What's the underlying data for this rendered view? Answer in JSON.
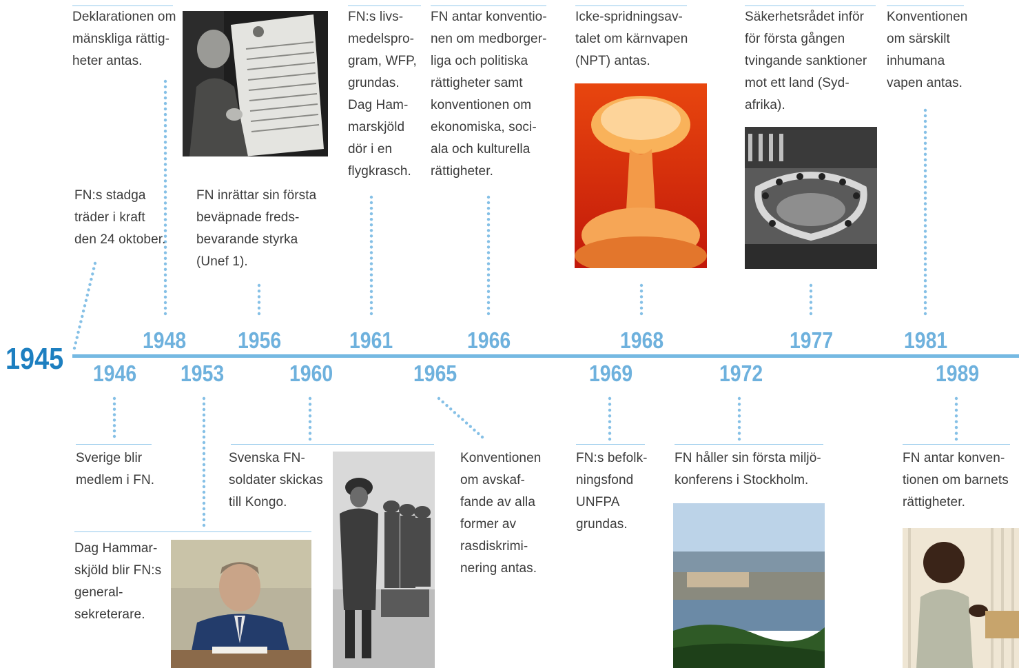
{
  "start_year": "1945",
  "colors": {
    "axis": "#75b9e2",
    "year_label": "#6eb1dd",
    "start_year": "#1d7fc0",
    "dots": "#85c0e6",
    "text": "#3b3b3b"
  },
  "years_above": [
    "1948",
    "1956",
    "1961",
    "1966",
    "1968",
    "1977",
    "1981"
  ],
  "years_below": [
    "1946",
    "1953",
    "1960",
    "1965",
    "1969",
    "1972",
    "1989"
  ],
  "events": {
    "e1946": "Sverige blir\nmedlem i FN.",
    "e1945": "FN:s stadga\nträder i kraft\nden 24 oktober.",
    "e1948": "Deklarationen om\nmänskliga rättig-\nheter antas.",
    "e1953": "Dag Hammar-\nskjöld blir FN:s\ngeneral-\nsekreterare.",
    "e1956": "FN inrättar sin första\nbeväpnade freds-\nbevarande styrka\n(Unef 1).",
    "e1960": "Svenska FN-\nsoldater skickas\ntill Kongo.",
    "e1961": "FN:s livs-\nmedelspro-\ngram, WFP,\ngrundas.\nDag Ham-\nmarskjöld\ndör i en\nflygkrasch.",
    "e1965": "Konventionen\nom avskaf-\nfande av alla\nformer av\nrasdiskrimi-\nnering antas.",
    "e1966": "FN antar konventio-\nnen om medborger-\nliga och politiska\nrättigheter samt\nkonventionen om\nekonomiska, soci-\nala och kulturella\nrättigheter.",
    "e1968": "Icke-spridningsav-\ntalet om kärnvapen\n(NPT) antas.",
    "e1969": "FN:s befolk-\nningsfond\nUNFPA\ngrundas.",
    "e1972": "FN håller sin första miljö-\nkonferens i Stockholm.",
    "e1977": "Säkerhetsrådet inför\nför första gången\ntvingande sanktioner\nmot ett land (Syd-\nafrika).",
    "e1981": "Konventionen\nom särskilt\ninhumana\nvapen antas.",
    "e1989": "FN antar konven-\ntionen om barnets\nrättigheter."
  },
  "photos": [
    {
      "id": "declaration-photo",
      "icon": "woman-holding-declaration-poster"
    },
    {
      "id": "hammarskjold-photo",
      "icon": "man-at-desk-portrait"
    },
    {
      "id": "soldiers-photo",
      "icon": "un-soldiers-helmets"
    },
    {
      "id": "nuclear-photo",
      "icon": "mushroom-cloud"
    },
    {
      "id": "stockholm-photo",
      "icon": "city-aerial-view"
    },
    {
      "id": "security-council-photo",
      "icon": "council-meeting-room"
    },
    {
      "id": "child-photo",
      "icon": "child-in-crib"
    }
  ]
}
